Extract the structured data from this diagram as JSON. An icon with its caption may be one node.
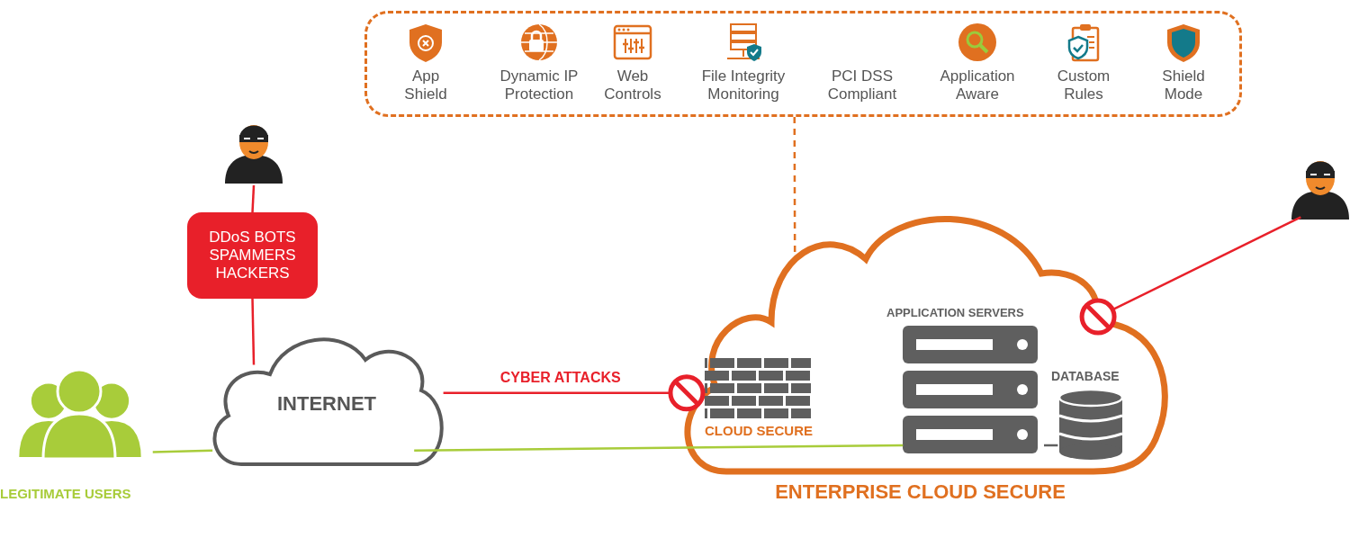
{
  "diagram": {
    "nodes": [
      {
        "text": [],
        "shape": "box"
      },
      {
        "text": [
          "App Shield"
        ],
        "in": 0
      },
      {
        "text": [
          "Dynamic IP Protection"
        ],
        "in": 0
      },
      {
        "text": [
          "Web Controls"
        ],
        "in": 0
      },
      {
        "text": [
          "File Integrity Monitoring"
        ],
        "in": 0
      },
      {
        "text": [
          "PCI DSS Compliant"
        ],
        "in": 0
      },
      {
        "text": [
          "Application Aware"
        ],
        "in": 0
      },
      {
        "text": [
          "Custom Rules"
        ],
        "in": 0
      },
      {
        "text": [
          "Shield Mode"
        ],
        "in": 0
      },
      {
        "text": [],
        "shape": "person"
      },
      {
        "text": [
          "DDoS BOTS SPAMMERS HACKERS"
        ]
      },
      {
        "text": [
          "LEGITIMATE USERS"
        ]
      },
      {
        "text": [
          "INTERNET"
        ]
      },
      {
        "text": [
          "ENTERPRISE CLOUD SECURE"
        ]
      },
      {
        "text": [
          "CLOUD SECURE"
        ],
        "in": 13
      },
      {
        "text": [
          "APPLICATION SERVERS"
        ],
        "in": 13
      },
      {
        "text": [
          "DATABASE"
        ],
        "in": 13
      },
      {
        "text": [],
        "shape": "person"
      }
    ],
    "edges": [
      {
        "from": 9,
        "to": 10,
        "arrow": "none",
        "color": "#e8202a"
      },
      {
        "from": 10,
        "to": 12,
        "arrow": "none",
        "color": "#e8202a"
      },
      {
        "from": 12,
        "to": 14,
        "arrow": "other",
        "label": "CYBER ATTACKS",
        "color": "#e8202a"
      },
      {
        "from": 11,
        "to": 12,
        "arrow": "none",
        "color": "#a8cc3a"
      },
      {
        "from": 12,
        "to": 15,
        "arrow": "none",
        "color": "#a8cc3a"
      },
      {
        "from": 15,
        "to": 16,
        "arrow": "none",
        "color": "#5f5f5f"
      },
      {
        "from": 17,
        "to": 13,
        "arrow": "other",
        "color": "#e8202a"
      },
      {
        "from": 0,
        "to": 13,
        "arrow": "none",
        "style": "dashed",
        "color": "#e07020"
      }
    ]
  }
}
